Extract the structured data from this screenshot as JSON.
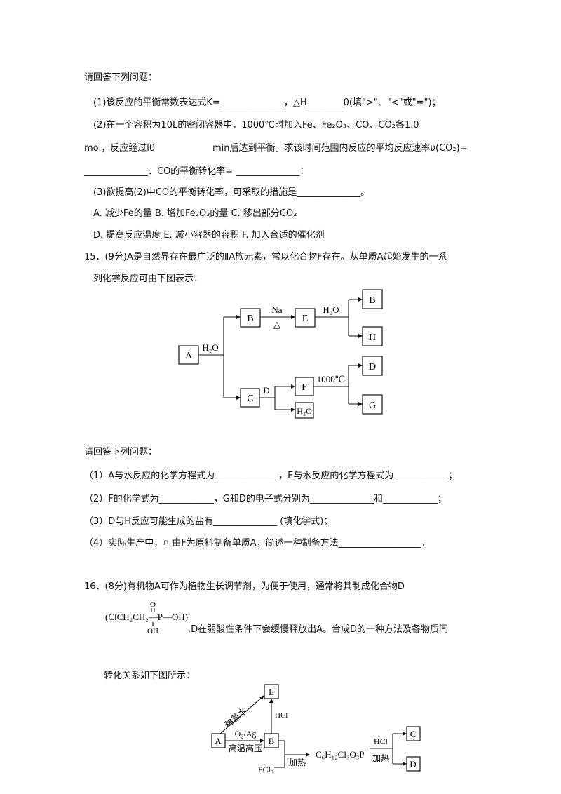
{
  "q14": {
    "intro": "请回答下列问题：",
    "p1": "(1)该反应的平衡常数表达式K=______________，△H________0(填\">\"、\"<\"或\"=\")；",
    "p2a": "(2)在一个容积为10L的密闭容器中，1000℃时加入Fe、Fe₂O₃、CO、CO₂各1.0",
    "p2b_left": "mol，反应经过l0",
    "p2b_right": "min后达到平衡。求该时间范围内反应的平均反应速率υ(CO₂)=",
    "p2c": "______________、CO的平衡转化率= ______________：",
    "p3": "(3)欲提高(2)中CO的平衡转化率，可采取的措施是______________。",
    "opt1": "A. 减少Fe的量   B. 增加Fe₂O₃的量   C. 移出部分CO₂",
    "opt2": "D. 提高反应温度   E. 减小容器的容积   F. 加入合适的催化剂"
  },
  "q15": {
    "head1": "15．(9分)A是自然界存在最广泛的ⅡA族元素，常以化合物F存在。从单质A起始发生的一系",
    "head2": "列化学反应可由下图表示：",
    "diagram": {
      "A": "A",
      "B": "B",
      "C": "C",
      "D_node": "D",
      "E": "E",
      "F": "F",
      "G": "G",
      "H": "H",
      "B2": "B",
      "H2O_box": "H₂O",
      "lbl_h2o_a": "H₂O",
      "lbl_na": "Na",
      "lbl_tri": "△",
      "lbl_h2o_e": "H₂O",
      "lbl_d": "D",
      "lbl_1000": "1000℃"
    },
    "intro": "请回答下列问题：",
    "a1": "（1）A与水反应的化学方程式为______________，E与水反应的化学方程式为____________；",
    "a2": "（2）F的化学式为____________，G和D的电子式分别为______________和____________；",
    "a3": "（3）D与H反应可能生成的盐有______________ (填化学式)；",
    "a4": "（4）实际生产中，可由F为原料制备单质A，简述一种制备方法__________________。"
  },
  "q16": {
    "head": "16、(8分)有机物A可作为植物生长调节剂，为便于使用，通常将其制成化合物D",
    "struct": {
      "main": "(ClCH₂CH₂—P—OH)",
      "top": "O",
      "bottom": "OH"
    },
    "struct_text": ",D在弱酸性条件下会缓慢释放出A。合成D的一种方法及各物质间",
    "trans": "转化关系如下图所示：",
    "diagram": {
      "A": "A",
      "B": "B",
      "E": "E",
      "C": "C",
      "D": "D",
      "lbl_xilushui": "稀氯水",
      "lbl_hcl_v": "HCl",
      "lbl_o2ag": "O₂/Ag",
      "lbl_gaowen": "高温高压",
      "lbl_product": "C₆H₁₂Cl₃O₃P",
      "lbl_hcl2": "HCl",
      "lbl_jiare1": "加热",
      "lbl_jiare2": "加热",
      "lbl_pcl3": "PCl₃"
    }
  }
}
